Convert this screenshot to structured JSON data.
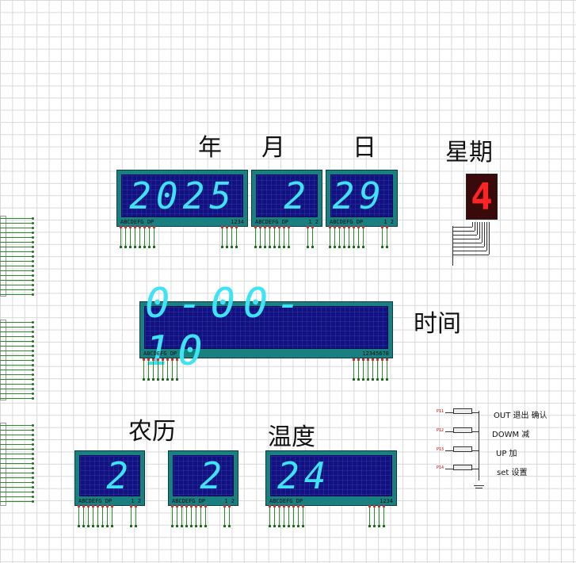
{
  "labels": {
    "year": "年",
    "month": "月",
    "day": "日",
    "weekday": "星期",
    "time": "时间",
    "lunar": "农历",
    "temperature": "温度"
  },
  "displays": {
    "year": "2025",
    "month": "2",
    "day": "29",
    "weekday": "4",
    "time": "0-00- 10",
    "lunar_month": "2",
    "lunar_day": "2",
    "temperature": "24"
  },
  "pin_labels": {
    "segments": "ABCDEFG DP",
    "year_common": "1234",
    "two_digit_common": "1 2",
    "time_common": "12345678",
    "temp_common": "1234"
  },
  "buttons": [
    {
      "tag": "P11",
      "label": "OUT  退出 确认"
    },
    {
      "tag": "P12",
      "label": "DOWM  减"
    },
    {
      "tag": "P13",
      "label": "UP  加"
    },
    {
      "tag": "P14",
      "label": "set  设置"
    }
  ]
}
